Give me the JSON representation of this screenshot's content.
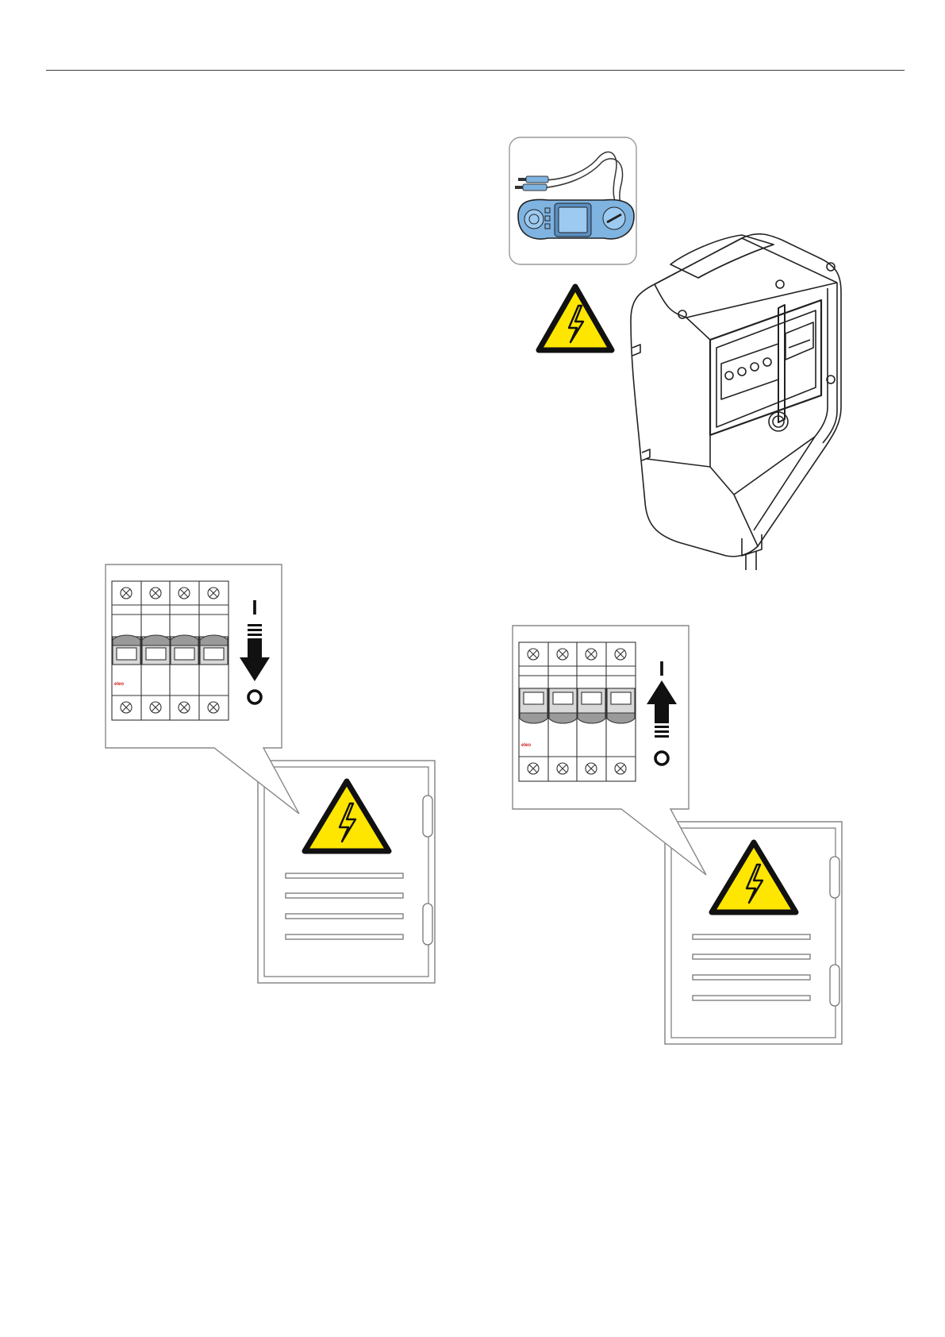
{
  "page": {
    "rule": true
  },
  "meter_panel": {
    "icon": "multimeter-icon",
    "color": "#7fb3e0"
  },
  "warning_triangle": {
    "icon": "high-voltage-icon",
    "fill": "#ffe600",
    "stroke": "#111111"
  },
  "wallbox": {
    "icon": "wallbox-charger-icon"
  },
  "switch_off": {
    "on_label": "I",
    "off_label": "O",
    "direction": "down",
    "brand": "eleo",
    "poles": 4
  },
  "switch_on": {
    "on_label": "I",
    "off_label": "O",
    "direction": "up",
    "brand": "eleo",
    "poles": 4
  },
  "cabinet": {
    "icon": "distribution-cabinet-icon",
    "text_lines": 4
  }
}
